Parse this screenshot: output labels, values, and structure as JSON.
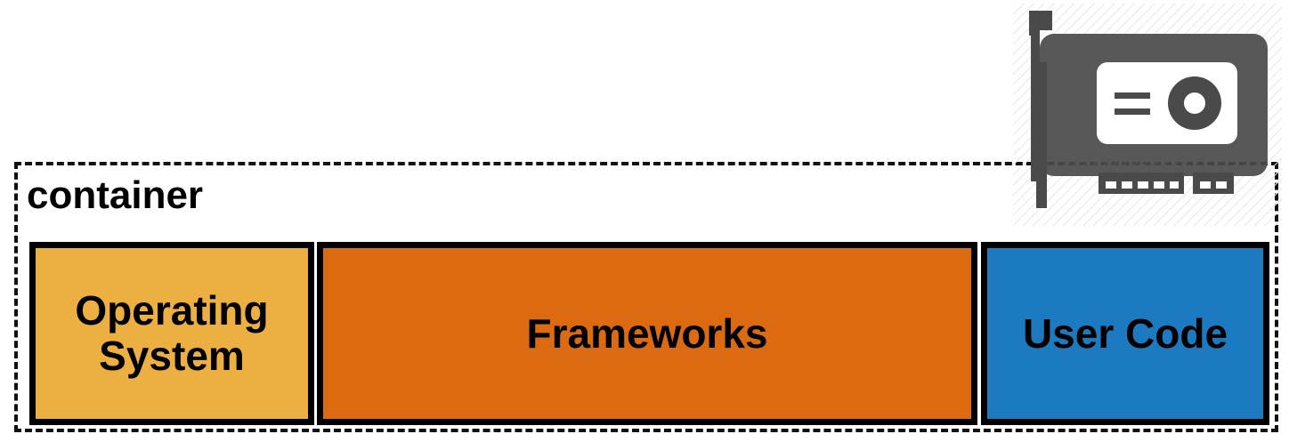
{
  "container": {
    "label": "container"
  },
  "layers": [
    {
      "label": "Operating\nSystem",
      "color": "#ecaf41"
    },
    {
      "label": "Frameworks",
      "color": "#dc6a10"
    },
    {
      "label": "User Code",
      "color": "#1b7ac0"
    }
  ],
  "icon": {
    "name": "gpu-card-icon",
    "color": "#4a4a4a"
  }
}
